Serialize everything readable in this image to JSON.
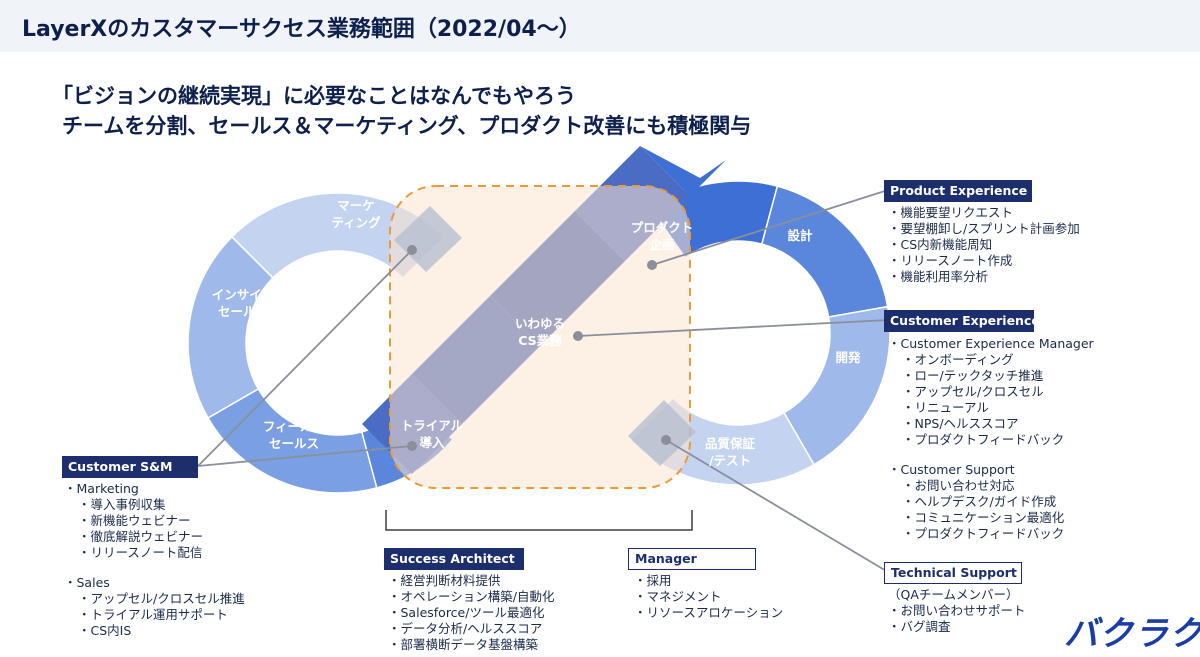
{
  "header": {
    "title": "LayerXのカスタマーサクセス業務範囲（2022/04〜）"
  },
  "headline": {
    "line1": "「ビジョンの継続実現」に必要なことはなんでもやろう",
    "line2": "チームを分割、セールス＆マーケティング、プロダクト改善にも積極関与"
  },
  "diagram": {
    "segments": {
      "marketing": [
        "マーケ",
        "ティング"
      ],
      "inside_sales": [
        "インサイド",
        "セールス"
      ],
      "field_sales": [
        "フィールド",
        "セールス"
      ],
      "trial": [
        "トライアル",
        "導入"
      ],
      "cs": [
        "いわゆる",
        "CS業務"
      ],
      "product_planning": [
        "プロダクト",
        "企画"
      ],
      "design": "設計",
      "development": "開発",
      "qa": [
        "品質保証",
        "/テスト"
      ]
    },
    "colors": {
      "light": "#c3d3f0",
      "mid_light": "#9fb9ea",
      "mid": "#7a9fe3",
      "strong": "#5a86db",
      "deep": "#3e6fd4",
      "band": "#3d5fb8",
      "overlay": "#fbe4cf",
      "dash": "#ec9a36",
      "navy": "#1c2e6b"
    }
  },
  "customer_sm": {
    "label": "Customer S&M",
    "items": [
      {
        "text": "・Marketing",
        "level": 0
      },
      {
        "text": "・導入事例収集",
        "level": 1
      },
      {
        "text": "・新機能ウェビナー",
        "level": 1
      },
      {
        "text": "・徹底解説ウェビナー",
        "level": 1
      },
      {
        "text": "・リリースノート配信",
        "level": 1
      },
      {
        "text": "",
        "level": -1
      },
      {
        "text": "・Sales",
        "level": 0
      },
      {
        "text": "・アップセル/クロスセル推進",
        "level": 1
      },
      {
        "text": "・トライアル運用サポート",
        "level": 1
      },
      {
        "text": "・CS内IS",
        "level": 1
      }
    ]
  },
  "success_architect": {
    "label": "Success Architect",
    "items": [
      "・経営判断材料提供",
      "・オペレーション構築/自動化",
      "・Salesforce/ツール最適化",
      "・データ分析/ヘルススコア",
      "・部署横断データ基盤構築"
    ]
  },
  "manager": {
    "label": "Manager",
    "items": [
      "・採用",
      "・マネジメント",
      "・リソースアロケーション"
    ]
  },
  "product_experience": {
    "label": "Product Experience",
    "items": [
      "・機能要望リクエスト",
      "・要望棚卸し/スプリント計画参加",
      "・CS内新機能周知",
      "・リリースノート作成",
      "・機能利用率分析"
    ]
  },
  "customer_experience": {
    "label": "Customer Experience",
    "items": [
      {
        "text": "・Customer Experience Manager",
        "level": 0
      },
      {
        "text": "・オンボーディング",
        "level": 1
      },
      {
        "text": "・ロー/テックタッチ推進",
        "level": 1
      },
      {
        "text": "・アップセル/クロスセル",
        "level": 1
      },
      {
        "text": "・リニューアル",
        "level": 1
      },
      {
        "text": "・NPS/ヘルススコア",
        "level": 1
      },
      {
        "text": "・プロダクトフィードバック",
        "level": 1
      },
      {
        "text": "",
        "level": -1
      },
      {
        "text": "・Customer Support",
        "level": 0
      },
      {
        "text": "・お問い合わせ対応",
        "level": 1
      },
      {
        "text": "・ヘルプデスク/ガイド作成",
        "level": 1
      },
      {
        "text": "・コミュニケーション最適化",
        "level": 1
      },
      {
        "text": "・プロダクトフィードバック",
        "level": 1
      }
    ]
  },
  "technical_support": {
    "label": "Technical Support",
    "items": [
      "（QAチームメンバー）",
      "・お問い合わせサポート",
      "・バグ調査"
    ]
  },
  "logo": {
    "text": "バクラク"
  }
}
